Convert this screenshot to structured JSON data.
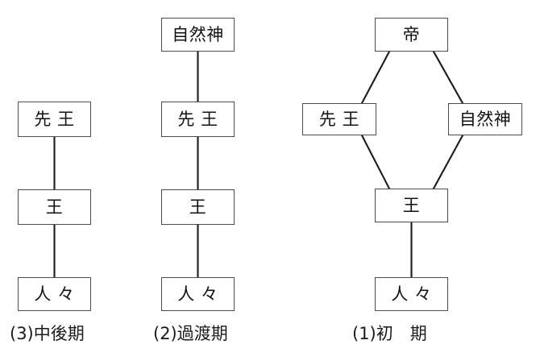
{
  "diagram": {
    "title": "",
    "background": "#ffffff",
    "line_color": "#1a1a1a",
    "box_border_color": "#4b4b4b",
    "text_color": "#111111",
    "columns": [
      {
        "id": "middle-late-period",
        "caption": "(3)中後期",
        "nodes": [
          {
            "id": "l-senou",
            "label": "先 王"
          },
          {
            "id": "l-ou",
            "label": "王"
          },
          {
            "id": "l-hito",
            "label": "人 々"
          }
        ],
        "edges": [
          {
            "from": "l-senou",
            "to": "l-ou"
          },
          {
            "from": "l-ou",
            "to": "l-hito"
          }
        ]
      },
      {
        "id": "transition-period",
        "caption": "(2)過渡期",
        "nodes": [
          {
            "id": "m-shizen",
            "label": "自然神"
          },
          {
            "id": "m-senou",
            "label": "先 王"
          },
          {
            "id": "m-ou",
            "label": "王"
          },
          {
            "id": "m-hito",
            "label": "人 々"
          }
        ],
        "edges": [
          {
            "from": "m-shizen",
            "to": "m-senou"
          },
          {
            "from": "m-senou",
            "to": "m-ou"
          },
          {
            "from": "m-ou",
            "to": "m-hito"
          }
        ]
      },
      {
        "id": "early-period",
        "caption": "(1)初　期",
        "nodes": [
          {
            "id": "r-tei",
            "label": "帝"
          },
          {
            "id": "r-senou",
            "label": "先 王"
          },
          {
            "id": "r-shizen",
            "label": "自然神"
          },
          {
            "id": "r-ou",
            "label": "王"
          },
          {
            "id": "r-hito",
            "label": "人 々"
          }
        ],
        "edges": [
          {
            "from": "r-tei",
            "to": "r-senou"
          },
          {
            "from": "r-tei",
            "to": "r-shizen"
          },
          {
            "from": "r-senou",
            "to": "r-ou"
          },
          {
            "from": "r-shizen",
            "to": "r-ou"
          },
          {
            "from": "r-ou",
            "to": "r-hito"
          }
        ]
      }
    ]
  }
}
